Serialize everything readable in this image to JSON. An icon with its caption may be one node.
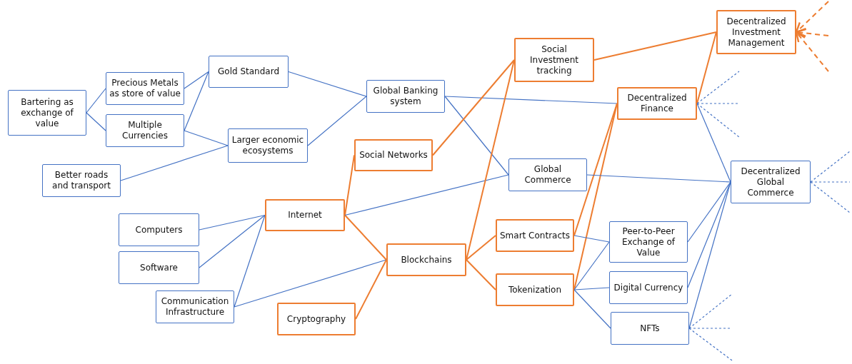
{
  "diagram": {
    "nodes": [
      {
        "text": [
          "Bartering as exchange of value"
        ]
      },
      {
        "text": [
          "Precious Metals as store of value"
        ]
      },
      {
        "text": [
          "Multiple Currencies"
        ]
      },
      {
        "text": [
          "Gold Standard"
        ]
      },
      {
        "text": [
          "Better roads and transport"
        ]
      },
      {
        "text": [
          "Larger economic ecosystems"
        ]
      },
      {
        "text": [
          "Global Banking system"
        ]
      },
      {
        "text": [
          "Social Networks"
        ]
      },
      {
        "text": [
          "Computers"
        ]
      },
      {
        "text": [
          "Software"
        ]
      },
      {
        "text": [
          "Internet"
        ]
      },
      {
        "text": [
          "Communication Infrastructure"
        ]
      },
      {
        "text": [
          "Cryptography"
        ]
      },
      {
        "text": [
          "Blockchains"
        ]
      },
      {
        "text": [
          "Social Investment tracking"
        ]
      },
      {
        "text": [
          "Global Commerce"
        ]
      },
      {
        "text": [
          "Smart Contracts"
        ]
      },
      {
        "text": [
          "Tokenization"
        ]
      },
      {
        "text": [
          "Decentralized Investment Management"
        ]
      },
      {
        "text": [
          "Decentralized Finance"
        ]
      },
      {
        "text": [
          "Peer-to-Peer Exchange of Value"
        ]
      },
      {
        "text": [
          "Digital Currency"
        ]
      },
      {
        "text": [
          "NFTs"
        ]
      },
      {
        "text": [
          "Decentralized Global Commerce"
        ]
      }
    ],
    "edges": [
      {
        "from": 0,
        "to": 1,
        "arrow": "none"
      },
      {
        "from": 0,
        "to": 2,
        "arrow": "none"
      },
      {
        "from": 1,
        "to": 3,
        "arrow": "none"
      },
      {
        "from": 2,
        "to": 3,
        "arrow": "none"
      },
      {
        "from": 2,
        "to": 5,
        "arrow": "none"
      },
      {
        "from": 4,
        "to": 5,
        "arrow": "none"
      },
      {
        "from": 3,
        "to": 6,
        "arrow": "none"
      },
      {
        "from": 5,
        "to": 6,
        "arrow": "none"
      },
      {
        "from": 8,
        "to": 10,
        "arrow": "none"
      },
      {
        "from": 9,
        "to": 10,
        "arrow": "none"
      },
      {
        "from": 11,
        "to": 10,
        "arrow": "none"
      },
      {
        "from": 10,
        "to": 7,
        "arrow": "none",
        "color": "#ed7d31"
      },
      {
        "from": 10,
        "to": 13,
        "arrow": "none",
        "color": "#ed7d31"
      },
      {
        "from": 11,
        "to": 13,
        "arrow": "none"
      },
      {
        "from": 12,
        "to": 13,
        "arrow": "none",
        "color": "#ed7d31"
      },
      {
        "from": 10,
        "to": 15,
        "arrow": "none"
      },
      {
        "from": 6,
        "to": 15,
        "arrow": "none"
      },
      {
        "from": 6,
        "to": 19,
        "arrow": "none"
      },
      {
        "from": 7,
        "to": 14,
        "arrow": "none",
        "color": "#ed7d31"
      },
      {
        "from": 13,
        "to": 14,
        "arrow": "none",
        "color": "#ed7d31"
      },
      {
        "from": 13,
        "to": 16,
        "arrow": "none",
        "color": "#ed7d31"
      },
      {
        "from": 13,
        "to": 17,
        "arrow": "none",
        "color": "#ed7d31"
      },
      {
        "from": 14,
        "to": 18,
        "arrow": "none",
        "color": "#ed7d31"
      },
      {
        "from": 16,
        "to": 19,
        "arrow": "none",
        "color": "#ed7d31"
      },
      {
        "from": 17,
        "to": 19,
        "arrow": "none",
        "color": "#ed7d31"
      },
      {
        "from": 19,
        "to": 18,
        "arrow": "none",
        "color": "#ed7d31"
      },
      {
        "from": 16,
        "to": 20,
        "arrow": "none"
      },
      {
        "from": 17,
        "to": 20,
        "arrow": "none"
      },
      {
        "from": 17,
        "to": 21,
        "arrow": "none"
      },
      {
        "from": 17,
        "to": 22,
        "arrow": "none"
      },
      {
        "from": 15,
        "to": 23,
        "arrow": "none"
      },
      {
        "from": 19,
        "to": 23,
        "arrow": "none"
      },
      {
        "from": 20,
        "to": 23,
        "arrow": "none"
      },
      {
        "from": 21,
        "to": 23,
        "arrow": "none"
      },
      {
        "from": 22,
        "to": 23,
        "arrow": "none"
      },
      {
        "from": null,
        "to": 18,
        "arrow": "to",
        "style": "dashed",
        "color": "#ed7d31"
      },
      {
        "from": null,
        "to": 18,
        "arrow": "to",
        "style": "dashed",
        "color": "#ed7d31"
      },
      {
        "from": null,
        "to": 18,
        "arrow": "to",
        "style": "dashed",
        "color": "#ed7d31"
      },
      {
        "from": 19,
        "to": null,
        "arrow": "none",
        "style": "dashed"
      },
      {
        "from": 19,
        "to": null,
        "arrow": "none",
        "style": "dashed"
      },
      {
        "from": 19,
        "to": null,
        "arrow": "none",
        "style": "dashed"
      },
      {
        "from": 23,
        "to": null,
        "arrow": "none",
        "style": "dashed"
      },
      {
        "from": 23,
        "to": null,
        "arrow": "none",
        "style": "dashed"
      },
      {
        "from": 23,
        "to": null,
        "arrow": "none",
        "style": "dashed"
      },
      {
        "from": 22,
        "to": null,
        "arrow": "none",
        "style": "dashed"
      },
      {
        "from": 22,
        "to": null,
        "arrow": "none",
        "style": "dashed"
      },
      {
        "from": 22,
        "to": null,
        "arrow": "none",
        "style": "dashed"
      }
    ]
  }
}
